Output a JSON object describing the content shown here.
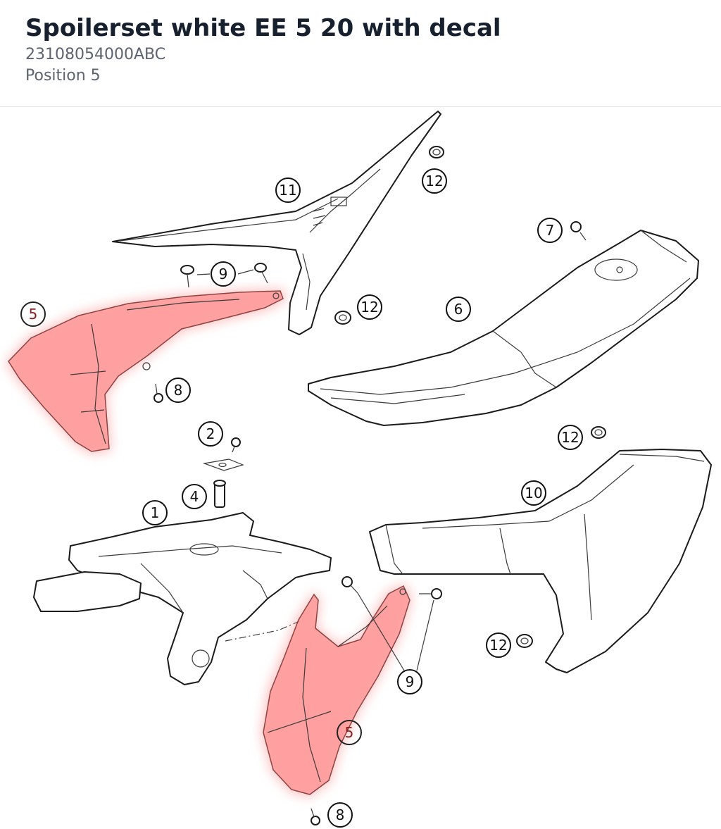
{
  "header": {
    "title": "Spoilerset white EE 5 20 with decal",
    "article_number": "23108054000ABC",
    "position": "Position 5"
  },
  "colors": {
    "highlight": "#ff9a9a",
    "title": "#16202e",
    "subtitle": "#5c6470"
  },
  "diagram": {
    "highlighted_position": "5",
    "callouts": {
      "c1": "1",
      "c2": "2",
      "c4": "4",
      "c5_upper": "5",
      "c5_lower": "5",
      "c6": "6",
      "c7": "7",
      "c8_upper": "8",
      "c8_lower": "8",
      "c9_upper": "9",
      "c9_lower": "9",
      "c10": "10",
      "c11": "11",
      "c12_top": "12",
      "c12_mid": "12",
      "c12_right": "12",
      "c12_low": "12"
    }
  }
}
